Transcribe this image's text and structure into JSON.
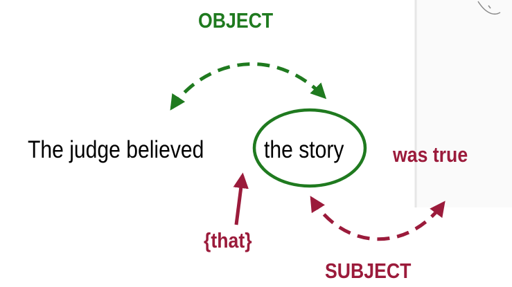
{
  "labels": {
    "object": "OBJECT",
    "subject": "SUBJECT",
    "complementizer": "{that}",
    "predicate": "was true"
  },
  "sentence": {
    "main": "The judge believed",
    "noun_phrase": "the story"
  },
  "colors": {
    "object": "#1f7a1f",
    "subject": "#9b1b3b",
    "text": "#000000",
    "paper_shadow": "#eeeeee"
  },
  "icons": {
    "object_arrow": "dashed-double-arrow-icon",
    "subject_arrow": "dashed-double-arrow-icon",
    "that_arrow": "up-arrow-icon",
    "highlight": "ellipse-outline-icon"
  }
}
